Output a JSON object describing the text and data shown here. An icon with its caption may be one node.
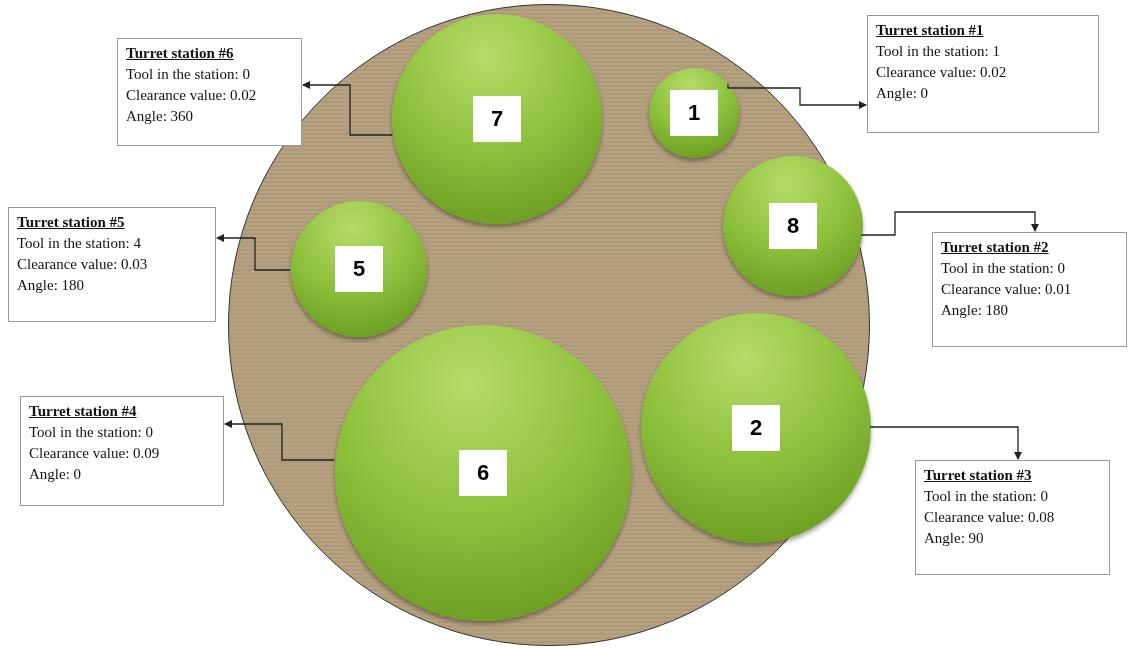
{
  "diagram": {
    "nodes": [
      {
        "text": [
          "Turret station #6",
          "Tool in the station: 0",
          "Clearance value: 0.02",
          "Angle: 360"
        ]
      },
      {
        "text": [],
        "shape": "circle"
      },
      {
        "text": [
          "7"
        ],
        "in": 1
      },
      {
        "text": [
          "1"
        ],
        "in": 1
      },
      {
        "text": [
          "Turret station #1",
          "Tool in the station: 1",
          "Clearance value: 0.02",
          "Angle: 0"
        ]
      },
      {
        "text": [
          "8"
        ],
        "in": 1
      },
      {
        "text": [
          "Turret station #5",
          "Tool in the station: 4",
          "Clearance value: 0.03",
          "Angle: 180"
        ]
      },
      {
        "text": [
          "5"
        ],
        "in": 1
      },
      {
        "text": [
          "Turret station #2",
          "Tool in the station: 0",
          "Clearance value: 0.01",
          "Angle: 180"
        ]
      },
      {
        "text": [
          "2"
        ],
        "in": 1
      },
      {
        "text": [
          "Turret station #4",
          "Tool in the station: 0",
          "Clearance value: 0.09",
          "Angle: 0"
        ]
      },
      {
        "text": [
          "6"
        ],
        "in": 1
      },
      {
        "text": [
          "Turret station #3",
          "Tool in the station: 0",
          "Clearance value: 0.08",
          "Angle: 90"
        ]
      }
    ],
    "edges": [
      {
        "from": 2,
        "to": 0,
        "arrow": "to"
      },
      {
        "from": 3,
        "to": 4,
        "arrow": "to"
      },
      {
        "from": 5,
        "to": 8,
        "arrow": "to"
      },
      {
        "from": 7,
        "to": 6,
        "arrow": "to"
      },
      {
        "from": 9,
        "to": 12,
        "arrow": "to"
      },
      {
        "from": 11,
        "to": 10,
        "arrow": "to"
      }
    ]
  }
}
